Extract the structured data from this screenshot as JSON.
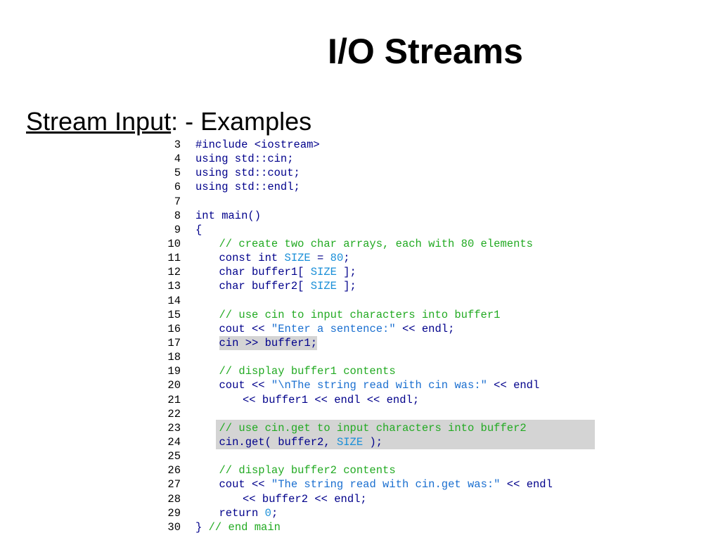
{
  "slide": {
    "title": "I/O Streams",
    "subtitle_underlined": "Stream Input",
    "subtitle_rest": ": - Examples"
  },
  "code": {
    "lines": [
      {
        "num": "3",
        "indent": 0,
        "tokens": [
          {
            "t": "#include <iostream>",
            "c": "pre"
          }
        ]
      },
      {
        "num": "4",
        "indent": 0,
        "tokens": [
          {
            "t": "using std::cin;",
            "c": "plain"
          }
        ]
      },
      {
        "num": "5",
        "indent": 0,
        "tokens": [
          {
            "t": "using std::cout;",
            "c": "plain"
          }
        ]
      },
      {
        "num": "6",
        "indent": 0,
        "tokens": [
          {
            "t": "using std::endl;",
            "c": "plain"
          }
        ]
      },
      {
        "num": "7",
        "indent": 0,
        "tokens": []
      },
      {
        "num": "8",
        "indent": 0,
        "tokens": [
          {
            "t": "int main()",
            "c": "plain"
          }
        ]
      },
      {
        "num": "9",
        "indent": 0,
        "tokens": [
          {
            "t": "{",
            "c": "plain"
          }
        ]
      },
      {
        "num": "10",
        "indent": 1,
        "tokens": [
          {
            "t": "// create two char arrays, each with 80 elements",
            "c": "cm"
          }
        ]
      },
      {
        "num": "11",
        "indent": 1,
        "tokens": [
          {
            "t": "const int ",
            "c": "plain"
          },
          {
            "t": "SIZE",
            "c": "num"
          },
          {
            "t": " = ",
            "c": "plain"
          },
          {
            "t": "80",
            "c": "num"
          },
          {
            "t": ";",
            "c": "plain"
          }
        ]
      },
      {
        "num": "12",
        "indent": 1,
        "tokens": [
          {
            "t": "char buffer1[ ",
            "c": "plain"
          },
          {
            "t": "SIZE",
            "c": "num"
          },
          {
            "t": " ];",
            "c": "plain"
          }
        ]
      },
      {
        "num": "13",
        "indent": 1,
        "tokens": [
          {
            "t": "char buffer2[ ",
            "c": "plain"
          },
          {
            "t": "SIZE",
            "c": "num"
          },
          {
            "t": " ];",
            "c": "plain"
          }
        ]
      },
      {
        "num": "14",
        "indent": 0,
        "tokens": []
      },
      {
        "num": "15",
        "indent": 1,
        "tokens": [
          {
            "t": "// use cin to input characters into buffer1",
            "c": "cm"
          }
        ]
      },
      {
        "num": "16",
        "indent": 1,
        "tokens": [
          {
            "t": "cout << ",
            "c": "plain"
          },
          {
            "t": "\"Enter a sentence:\"",
            "c": "str"
          },
          {
            "t": " << endl;",
            "c": "plain"
          }
        ]
      },
      {
        "num": "17",
        "indent": 1,
        "hl": true,
        "tokens": [
          {
            "t": "cin >> buffer1;",
            "c": "plain"
          }
        ]
      },
      {
        "num": "18",
        "indent": 0,
        "tokens": []
      },
      {
        "num": "19",
        "indent": 1,
        "tokens": [
          {
            "t": "// display buffer1 contents",
            "c": "cm"
          }
        ]
      },
      {
        "num": "20",
        "indent": 1,
        "tokens": [
          {
            "t": "cout << ",
            "c": "plain"
          },
          {
            "t": "\"\\nThe string read with cin was:\"",
            "c": "str"
          },
          {
            "t": " << endl",
            "c": "plain"
          }
        ]
      },
      {
        "num": "21",
        "indent": 2,
        "tokens": [
          {
            "t": "<< buffer1 << endl << endl;",
            "c": "plain"
          }
        ]
      },
      {
        "num": "22",
        "indent": 0,
        "tokens": []
      },
      {
        "num": "23",
        "indent": 1,
        "tokens": [
          {
            "t": "// use cin.get to input characters into buffer2",
            "c": "cm"
          }
        ]
      },
      {
        "num": "24",
        "indent": 1,
        "tokens": [
          {
            "t": "cin.get( buffer2, ",
            "c": "plain"
          },
          {
            "t": "SIZE",
            "c": "num"
          },
          {
            "t": " );",
            "c": "plain"
          }
        ]
      },
      {
        "num": "25",
        "indent": 0,
        "tokens": []
      },
      {
        "num": "26",
        "indent": 1,
        "tokens": [
          {
            "t": "// display buffer2 contents",
            "c": "cm"
          }
        ]
      },
      {
        "num": "27",
        "indent": 1,
        "tokens": [
          {
            "t": "cout << ",
            "c": "plain"
          },
          {
            "t": "\"The string read with cin.get was:\"",
            "c": "str"
          },
          {
            "t": " << endl",
            "c": "plain"
          }
        ]
      },
      {
        "num": "28",
        "indent": 2,
        "tokens": [
          {
            "t": "<< buffer2 << endl;",
            "c": "plain"
          }
        ]
      },
      {
        "num": "29",
        "indent": 1,
        "tokens": [
          {
            "t": "return ",
            "c": "plain"
          },
          {
            "t": "0",
            "c": "num"
          },
          {
            "t": ";",
            "c": "plain"
          }
        ]
      },
      {
        "num": "30",
        "indent": 0,
        "tokens": [
          {
            "t": "} ",
            "c": "plain"
          },
          {
            "t": "// end main",
            "c": "cm"
          }
        ]
      }
    ]
  }
}
